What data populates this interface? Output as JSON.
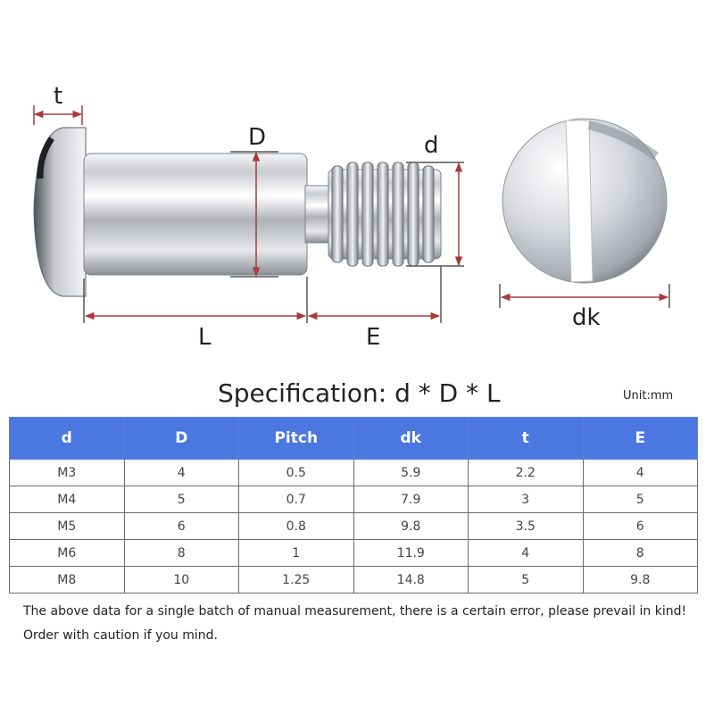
{
  "diagram": {
    "labels": {
      "t": "t",
      "D": "D",
      "d": "d",
      "L": "L",
      "E": "E",
      "dk": "dk"
    },
    "colors": {
      "dimension_line": "#a83a3a",
      "metal_light": "#eef0f3",
      "metal_dark": "#6f747b"
    },
    "icons": [
      "shoulder-screw-side-image",
      "screw-head-front-image"
    ]
  },
  "spec": {
    "title": "Specification: d * D * L",
    "unit": "Unit:mm"
  },
  "table": {
    "headers": [
      "d",
      "D",
      "Pitch",
      "dk",
      "t",
      "E"
    ],
    "rows": [
      [
        "M3",
        "4",
        "0.5",
        "5.9",
        "2.2",
        "4"
      ],
      [
        "M4",
        "5",
        "0.7",
        "7.9",
        "3",
        "5"
      ],
      [
        "M5",
        "6",
        "0.8",
        "9.8",
        "3.5",
        "6"
      ],
      [
        "M6",
        "8",
        "1",
        "11.9",
        "4",
        "8"
      ],
      [
        "M8",
        "10",
        "1.25",
        "14.8",
        "5",
        "9.8"
      ]
    ],
    "header_color": "#4a77e0"
  },
  "note": "The above data for a single batch of manual measurement, there is a certain error, please prevail in kind! Order with caution if you mind."
}
